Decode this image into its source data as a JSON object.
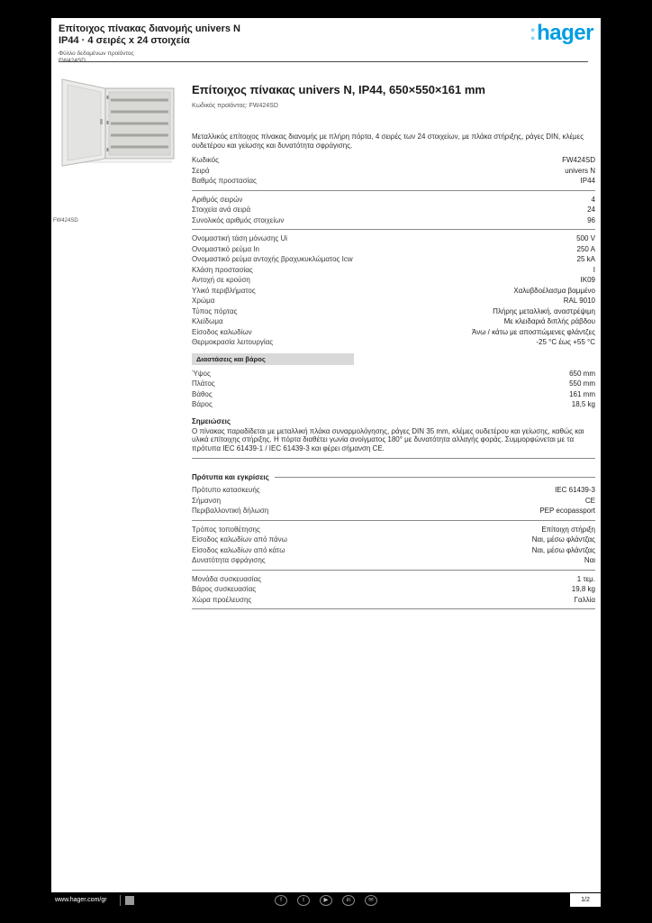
{
  "colors": {
    "accent": "#009EE3",
    "canvas_bg": "#000000",
    "page_bg": "#FFFFFF"
  },
  "header": {
    "title_line1": "Επίτοιχος πίνακας διανομής univers N",
    "title_line2": "IP44 · 4 σειρές x 24 στοιχεία",
    "meta_line1": "Φύλλο δεδομένων προϊόντος",
    "meta_line2": "FW424SD",
    "logo_prefix": ":",
    "logo_text": "hager"
  },
  "aside": {
    "ref_note": "FW424SD"
  },
  "content": {
    "heading": "Επίτοιχος πίνακας univers N, IP44, 650×550×161 mm",
    "ref": "Κωδικός προϊόντος: FW424SD",
    "intro": "Μεταλλικός επίτοιχος πίνακας διανομής με πλήρη πόρτα, 4 σειρές των 24 στοιχείων, με πλάκα στήριξης, ράγες DIN, κλέμες ουδετέρου και γείωσης και δυνατότητα σφράγισης.",
    "group1": [
      {
        "label": "Κωδικός",
        "value": "FW424SD"
      },
      {
        "label": "Σειρά",
        "value": "univers N"
      },
      {
        "label": "Βαθμός προστασίας",
        "value": "IP44"
      }
    ],
    "group2": [
      {
        "label": "Αριθμός σειρών",
        "value": "4"
      },
      {
        "label": "Στοιχεία ανά σειρά",
        "value": "24"
      },
      {
        "label": "Συνολικός αριθμός στοιχείων",
        "value": "96"
      }
    ],
    "group3": [
      {
        "label": "Ονομαστική τάση μόνωσης Ui",
        "value": "500 V"
      },
      {
        "label": "Ονομαστικό ρεύμα In",
        "value": "250 A"
      },
      {
        "label": "Ονομαστικό ρεύμα αντοχής βραχυκυκλώματος Icw",
        "value": "25 kA"
      },
      {
        "label": "Κλάση προστασίας",
        "value": "I"
      },
      {
        "label": "Αντοχή σε κρούση",
        "value": "IK09"
      },
      {
        "label": "Υλικό περιβλήματος",
        "value": "Χαλυβδοέλασμα βαμμένο"
      },
      {
        "label": "Χρώμα",
        "value": "RAL 9010"
      },
      {
        "label": "Τύπος πόρτας",
        "value": "Πλήρης μεταλλική, αναστρέψιμη"
      },
      {
        "label": "Κλείδωμα",
        "value": "Με κλειδαριά διπλής ράβδου"
      },
      {
        "label": "Είσοδος καλωδίων",
        "value": "Άνω / κάτω με αποσπώμενες φλάντζες"
      },
      {
        "label": "Θερμοκρασία λειτουργίας",
        "value": "-25 °C έως +55 °C"
      }
    ],
    "dim_header": "Διαστάσεις και βάρος",
    "group4": [
      {
        "label": "Ύψος",
        "value": "650 mm"
      },
      {
        "label": "Πλάτος",
        "value": "550 mm"
      },
      {
        "label": "Βάθος",
        "value": "161 mm"
      },
      {
        "label": "Βάρος",
        "value": "18,5 kg"
      }
    ],
    "notes_label": "Σημειώσεις",
    "notes": "Ο πίνακας παραδίδεται με μεταλλική πλάκα συναρμολόγησης, ράγες DIN 35 mm, κλέμες ουδετέρου και γείωσης, καθώς και υλικά επίτοιχης στήριξης. Η πόρτα διαθέτει γωνία ανοίγματος 180° με δυνατότητα αλλαγής φοράς. Συμμορφώνεται με τα πρότυπα IEC 61439-1 / IEC 61439-3 και φέρει σήμανση CE.",
    "section2_title": "Πρότυπα και εγκρίσεις",
    "group6": [
      {
        "label": "Πρότυπο κατασκευής",
        "value": "IEC 61439-3"
      },
      {
        "label": "Σήμανση",
        "value": "CE"
      },
      {
        "label": "Περιβαλλοντική δήλωση",
        "value": "PEP ecopassport"
      }
    ],
    "group7": [
      {
        "label": "Τρόπος τοποθέτησης",
        "value": "Επίτοιχη στήριξη"
      },
      {
        "label": "Είσοδος καλωδίων από πάνω",
        "value": "Ναι, μέσω φλάντζας"
      },
      {
        "label": "Είσοδος καλωδίων από κάτω",
        "value": "Ναι, μέσω φλάντζας"
      },
      {
        "label": "Δυνατότητα σφράγισης",
        "value": "Ναι"
      }
    ],
    "group8": [
      {
        "label": "Μονάδα συσκευασίας",
        "value": "1 τεμ."
      },
      {
        "label": "Βάρος συσκευασίας",
        "value": "19,8 kg"
      },
      {
        "label": "Χώρα προέλευσης",
        "value": "Γαλλία"
      }
    ]
  },
  "footer": {
    "url": "www.hager.com/gr",
    "page_indicator": "1/2",
    "icons": [
      {
        "glyph": "f"
      },
      {
        "glyph": "t"
      },
      {
        "glyph": "▶"
      },
      {
        "glyph": "in"
      },
      {
        "glyph": "✉"
      }
    ]
  }
}
